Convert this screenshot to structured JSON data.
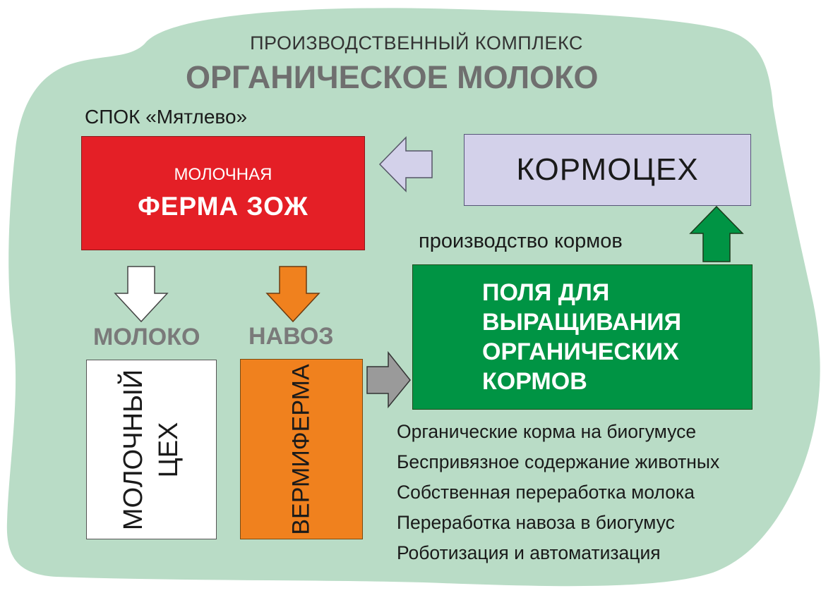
{
  "title": {
    "line1": "ПРОИЗВОДСТВЕННЫЙ КОМПЛЕКС",
    "line2": "ОРГАНИЧЕСКОЕ МОЛОКО"
  },
  "org_name": "СПОК «Мятлево»",
  "farm": {
    "subtitle": "МОЛОЧНАЯ",
    "title": "ФЕРМА  ЗОЖ"
  },
  "feed_shop": {
    "label": "КОРМОЦЕХ",
    "production_label": "производство кормов"
  },
  "fields": {
    "lines": [
      "ПОЛЯ ДЛЯ",
      "ВЫРАЩИВАНИЯ",
      "ОРГАНИЧЕСКИХ",
      "КОРМОВ"
    ]
  },
  "outputs": {
    "milk_label": "МОЛОКО",
    "manure_label": "НАВОЗ"
  },
  "dairy_shop": {
    "line1": "МОЛОЧНЫЙ",
    "line2": "ЦЕХ"
  },
  "vermifarm": {
    "label": "ВЕРМИФЕРМА"
  },
  "features": [
    "Органические корма на биогумусе",
    "Беспривязное содержание животных",
    "Собственная переработка молока",
    "Переработка навоза в биогумус",
    "Роботизация и автоматизация"
  ],
  "colors": {
    "background_blob": "#b9dcc6",
    "farm_box": "#e41f26",
    "feed_box": "#d3d1ea",
    "fields_box": "#009444",
    "vermifarm_box": "#f0811e",
    "arrow_lavender": "#d3d1ea",
    "arrow_white": "#ffffff",
    "arrow_orange": "#f0811e",
    "arrow_gray": "#9a9a9a",
    "arrow_green": "#009444"
  }
}
